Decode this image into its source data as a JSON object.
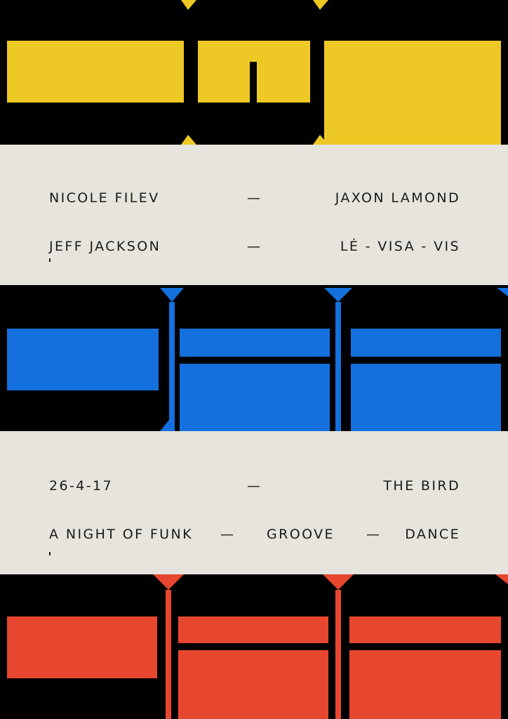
{
  "colors": {
    "background": "#000000",
    "panel": "#e6e4dd",
    "text": "#1a1a1a",
    "yellow": "#eec925",
    "blue": "#1470dc",
    "red": "#e8472f"
  },
  "lineup": {
    "row1": {
      "left": "NICOLE   FILEV",
      "dash": "—",
      "right": "JAXON   LAMOND"
    },
    "row2": {
      "left": "JEFF   JACKSON",
      "dash": "—",
      "right": "LÉ  -  VISA  -  VIS"
    }
  },
  "event": {
    "row1": {
      "date": "26-4-17",
      "dash": "—",
      "venue": "THE BIRD"
    },
    "row2": {
      "tagline": "A NIGHT OF FUNK",
      "dash1": "—",
      "genre": "GROOVE",
      "dash2": "—",
      "activity": "DANCE"
    }
  },
  "graphics": {
    "top_band": "yellow letterform blocks",
    "middle_band": "blue letterform blocks",
    "bottom_band": "red letterform blocks"
  }
}
